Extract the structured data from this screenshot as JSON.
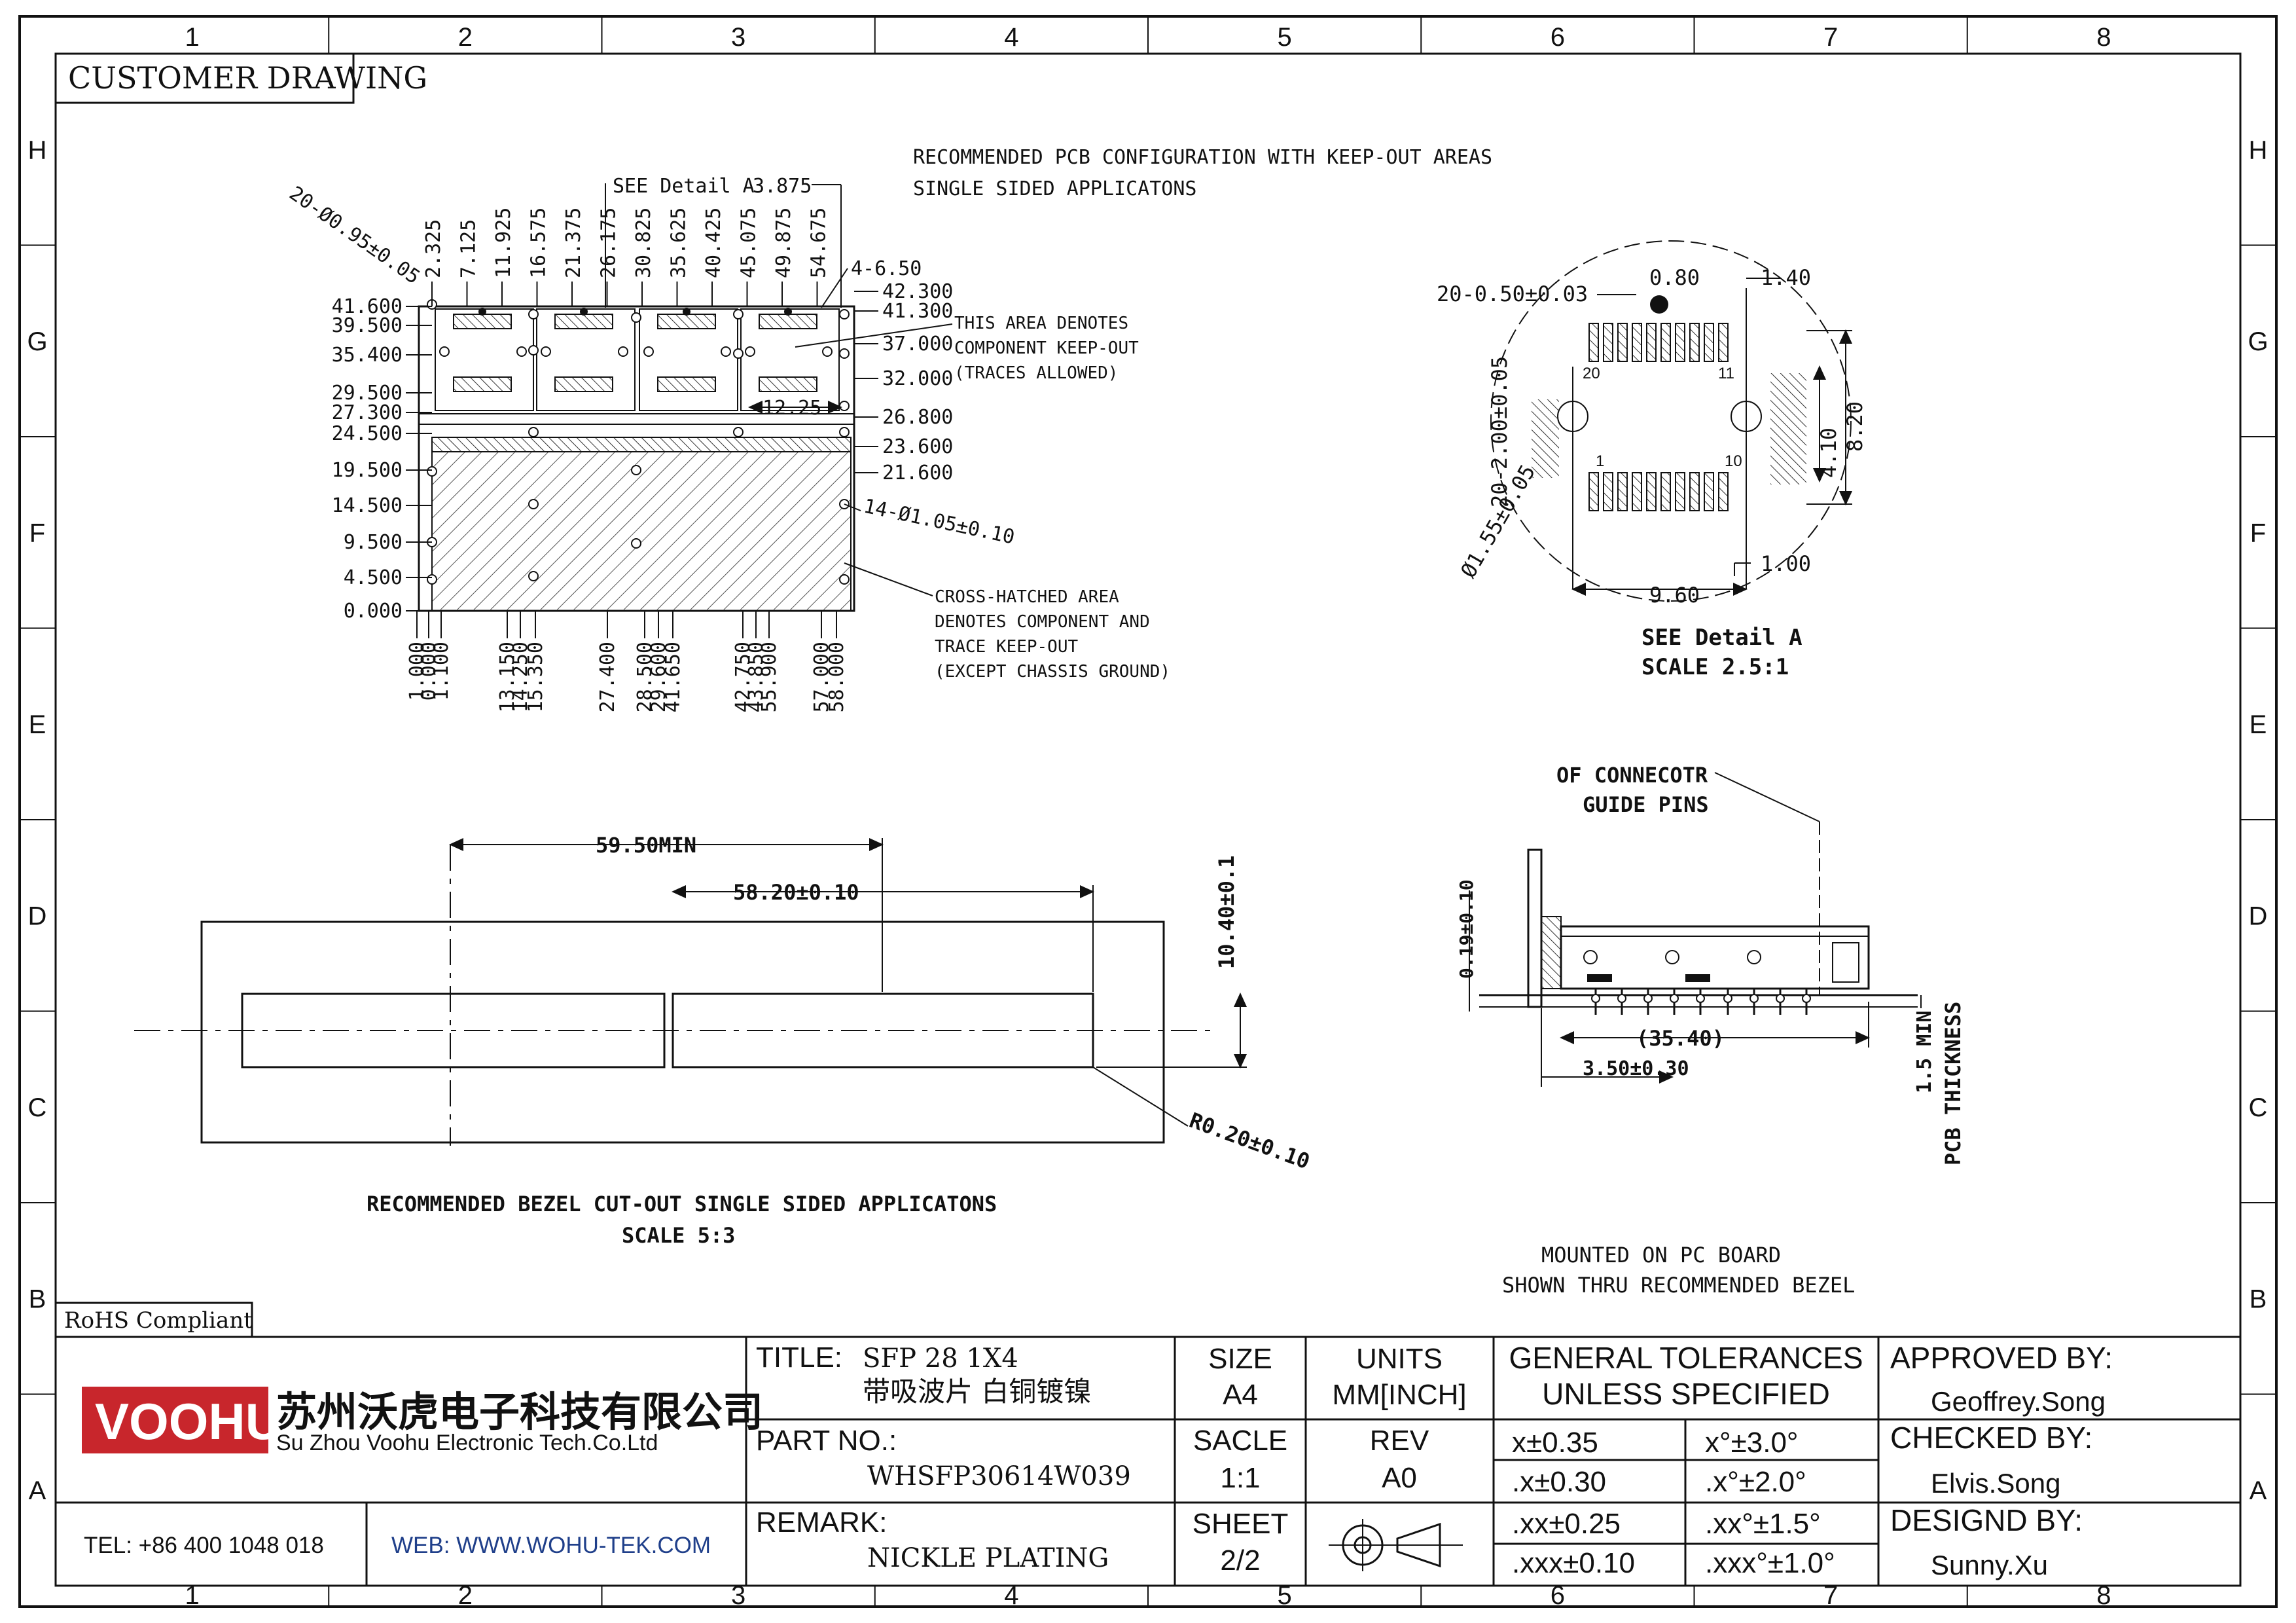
{
  "grid": {
    "columns": [
      "1",
      "2",
      "3",
      "4",
      "5",
      "6",
      "7",
      "8"
    ],
    "rows": [
      "H",
      "G",
      "F",
      "E",
      "D",
      "C",
      "B",
      "A"
    ]
  },
  "header": {
    "title": "CUSTOMER DRAWING"
  },
  "pcb_view": {
    "caption_lines": [
      "RECOMMENDED PCB CONFIGURATION WITH KEEP-OUT AREAS",
      "SINGLE SIDED APPLICATONS"
    ],
    "see_detail": "SEE Detail A",
    "hole_callout": "20-Ø0.95±0.05",
    "hole_callout2": "4-6.50",
    "hole_callout3": "14-Ø1.05±0.10",
    "top_dims": [
      "2.325",
      "7.125",
      "11.925",
      "16.575",
      "21.375",
      "26.175",
      "30.825",
      "35.625",
      "40.425",
      "45.075",
      "49.875",
      "54.675"
    ],
    "top_dim_right": "3.875",
    "left_dims": [
      "41.600",
      "39.500",
      "35.400",
      "29.500",
      "27.300",
      "24.500",
      "19.500",
      "14.500",
      "9.500",
      "4.500",
      "0.000"
    ],
    "right_dims": [
      "42.300",
      "41.300",
      "37.000",
      "32.000",
      "26.800",
      "23.600",
      "21.600"
    ],
    "bottom_dims": [
      "1.000",
      "0.000",
      "1.100",
      "13.150",
      "14.250",
      "15.350",
      "27.400",
      "28.500",
      "29.600",
      "41.650",
      "42.750",
      "43.850",
      "55.900",
      "57.000",
      "58.000"
    ],
    "inner_dim": "12.25",
    "note_keepout": [
      "THIS AREA DENOTES",
      "COMPONENT KEEP-OUT",
      "(TRACES ALLOWED)"
    ],
    "note_crosshatch": [
      "CROSS-HATCHED AREA",
      "DENOTES COMPONENT AND",
      "TRACE KEEP-OUT",
      "(EXCEPT CHASSIS GROUND)"
    ]
  },
  "detail_a": {
    "pin_pitch": "20-0.50±0.03",
    "dim_080": "0.80",
    "dim_140": "1.40",
    "dim_820": "8.20",
    "dim_410": "4.10",
    "dim_100": "1.00",
    "dim_960": "9.60",
    "slot_callout": "20-2.00±0.05",
    "hole_callout": "Ø1.55±0.05",
    "pin_labels": [
      "20",
      "11",
      "1",
      "10"
    ],
    "caption_lines": [
      "SEE Detail A",
      "SCALE 2.5:1"
    ]
  },
  "bezel": {
    "dim_min": "59.50MIN",
    "dim_width": "58.20±0.10",
    "dim_height": "10.40±0.1",
    "radius": "R0.20±0.10",
    "caption_lines": [
      "RECOMMENDED BEZEL CUT-OUT SINGLE SIDED APPLICATONS",
      "SCALE 5:3"
    ]
  },
  "side_view": {
    "guide_lines": [
      "OF CONNECOTR",
      "GUIDE PINS"
    ],
    "dim_019": "0.19±0.10",
    "dim_3540": "(35.40)",
    "dim_350": "3.50±0.30",
    "pcb_min": "1.5 MIN",
    "pcb_thk": "PCB THICKNESS",
    "caption_lines": [
      "MOUNTED ON PC BOARD",
      "SHOWN THRU RECOMMENDED BEZEL"
    ]
  },
  "title_block": {
    "rohs": "RoHS Compliant",
    "logo": "VOOHU",
    "company_cn": "苏州沃虎电子科技有限公司",
    "company_en": "Su Zhou Voohu Electronic Tech.Co.Ltd",
    "tel": "TEL: +86 400 1048 018",
    "web": "WEB: WWW.WOHU-TEK.COM",
    "title_label": "TITLE:",
    "title_value": "SFP 28 1X4",
    "title_value2": "带吸波片 白铜镀镍",
    "part_label": "PART NO.:",
    "part_value": "WHSFP30614W039",
    "remark_label": "REMARK:",
    "remark_value": "NICKLE PLATING",
    "size_label": "SIZE",
    "size_value": "A4",
    "units_label": "UNITS",
    "units_value": "MM[INCH]",
    "scale_label": "SACLE",
    "scale_value": "1:1",
    "rev_label": "REV",
    "rev_value": "A0",
    "sheet_label": "SHEET",
    "sheet_value": "2/2",
    "tol_title1": "GENERAL TOLERANCES",
    "tol_title2": "UNLESS SPECIFIED",
    "tolerances": [
      "x±0.35",
      "x°±3.0°",
      ".x±0.30",
      ".x°±2.0°",
      ".xx±0.25",
      ".xx°±1.5°",
      ".xxx±0.10",
      ".xxx°±1.0°"
    ],
    "approved_label": "APPROVED BY:",
    "approved_value": "Geoffrey.Song",
    "checked_label": "CHECKED BY:",
    "checked_value": "Elvis.Song",
    "design_label": "DESIGND BY:",
    "design_value": "Sunny.Xu"
  },
  "colors": {
    "logo_red": "#c8262c",
    "web_blue": "#1f3f8a"
  }
}
